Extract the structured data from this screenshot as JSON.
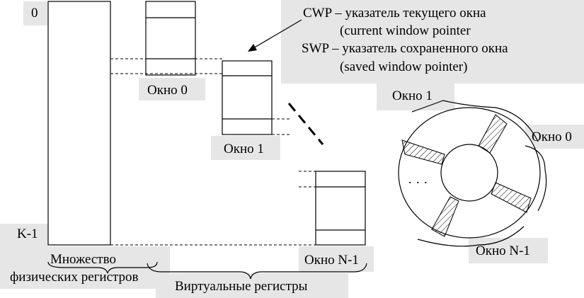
{
  "top_index": "0",
  "bottom_index": "K-1",
  "physical_label_line1": "Множество",
  "physical_label_line2": "физических регистров",
  "virtual_label": "Виртуальные регистры",
  "windows": {
    "w0": "Окно 0",
    "w1": "Окно 1",
    "wn": "Окно N-1"
  },
  "legend": {
    "cwp": "CWP – указатель текущего окна",
    "cwp_en": "(current window pointer",
    "swp": "SWP – указатель сохраненного окна",
    "swp_en": "(saved window pointer)"
  },
  "ring": {
    "w1": "Окно 1",
    "w0": "Окно 0",
    "wn": "Окно N-1",
    "ellipsis": "· · ·"
  }
}
